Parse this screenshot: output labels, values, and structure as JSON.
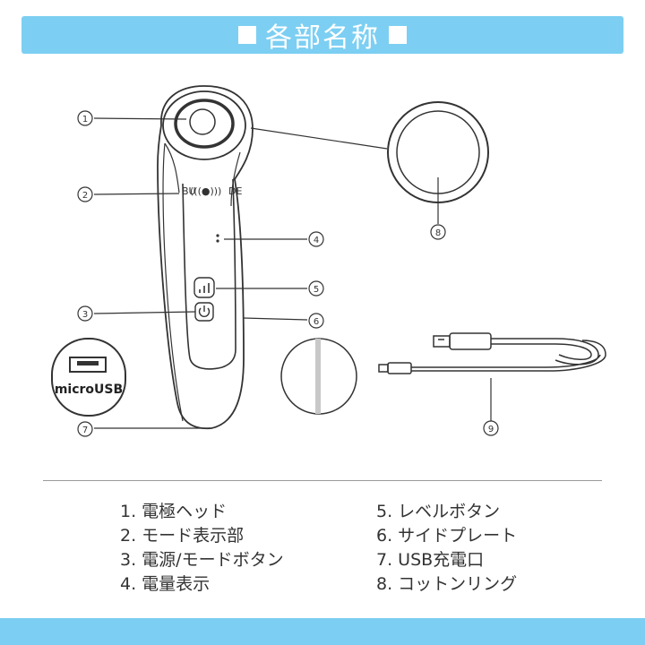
{
  "header": {
    "title": "各部名称"
  },
  "callouts": [
    "①",
    "②",
    "③",
    "④",
    "⑤",
    "⑥",
    "⑦",
    "⑧",
    "⑨"
  ],
  "device": {
    "mode_left": "BU",
    "mode_right": "DE",
    "port_label": "microUSB"
  },
  "parts": {
    "left": [
      "1. 電極ヘッド",
      "2. モード表示部",
      "3. 電源/モードボタン",
      "4. 電量表示"
    ],
    "right": [
      "5. レベルボタン",
      "6. サイドプレート",
      "7. USB充電口",
      "8. コットンリング"
    ]
  },
  "colors": {
    "accent": "#7ccff2",
    "line": "#333333"
  }
}
